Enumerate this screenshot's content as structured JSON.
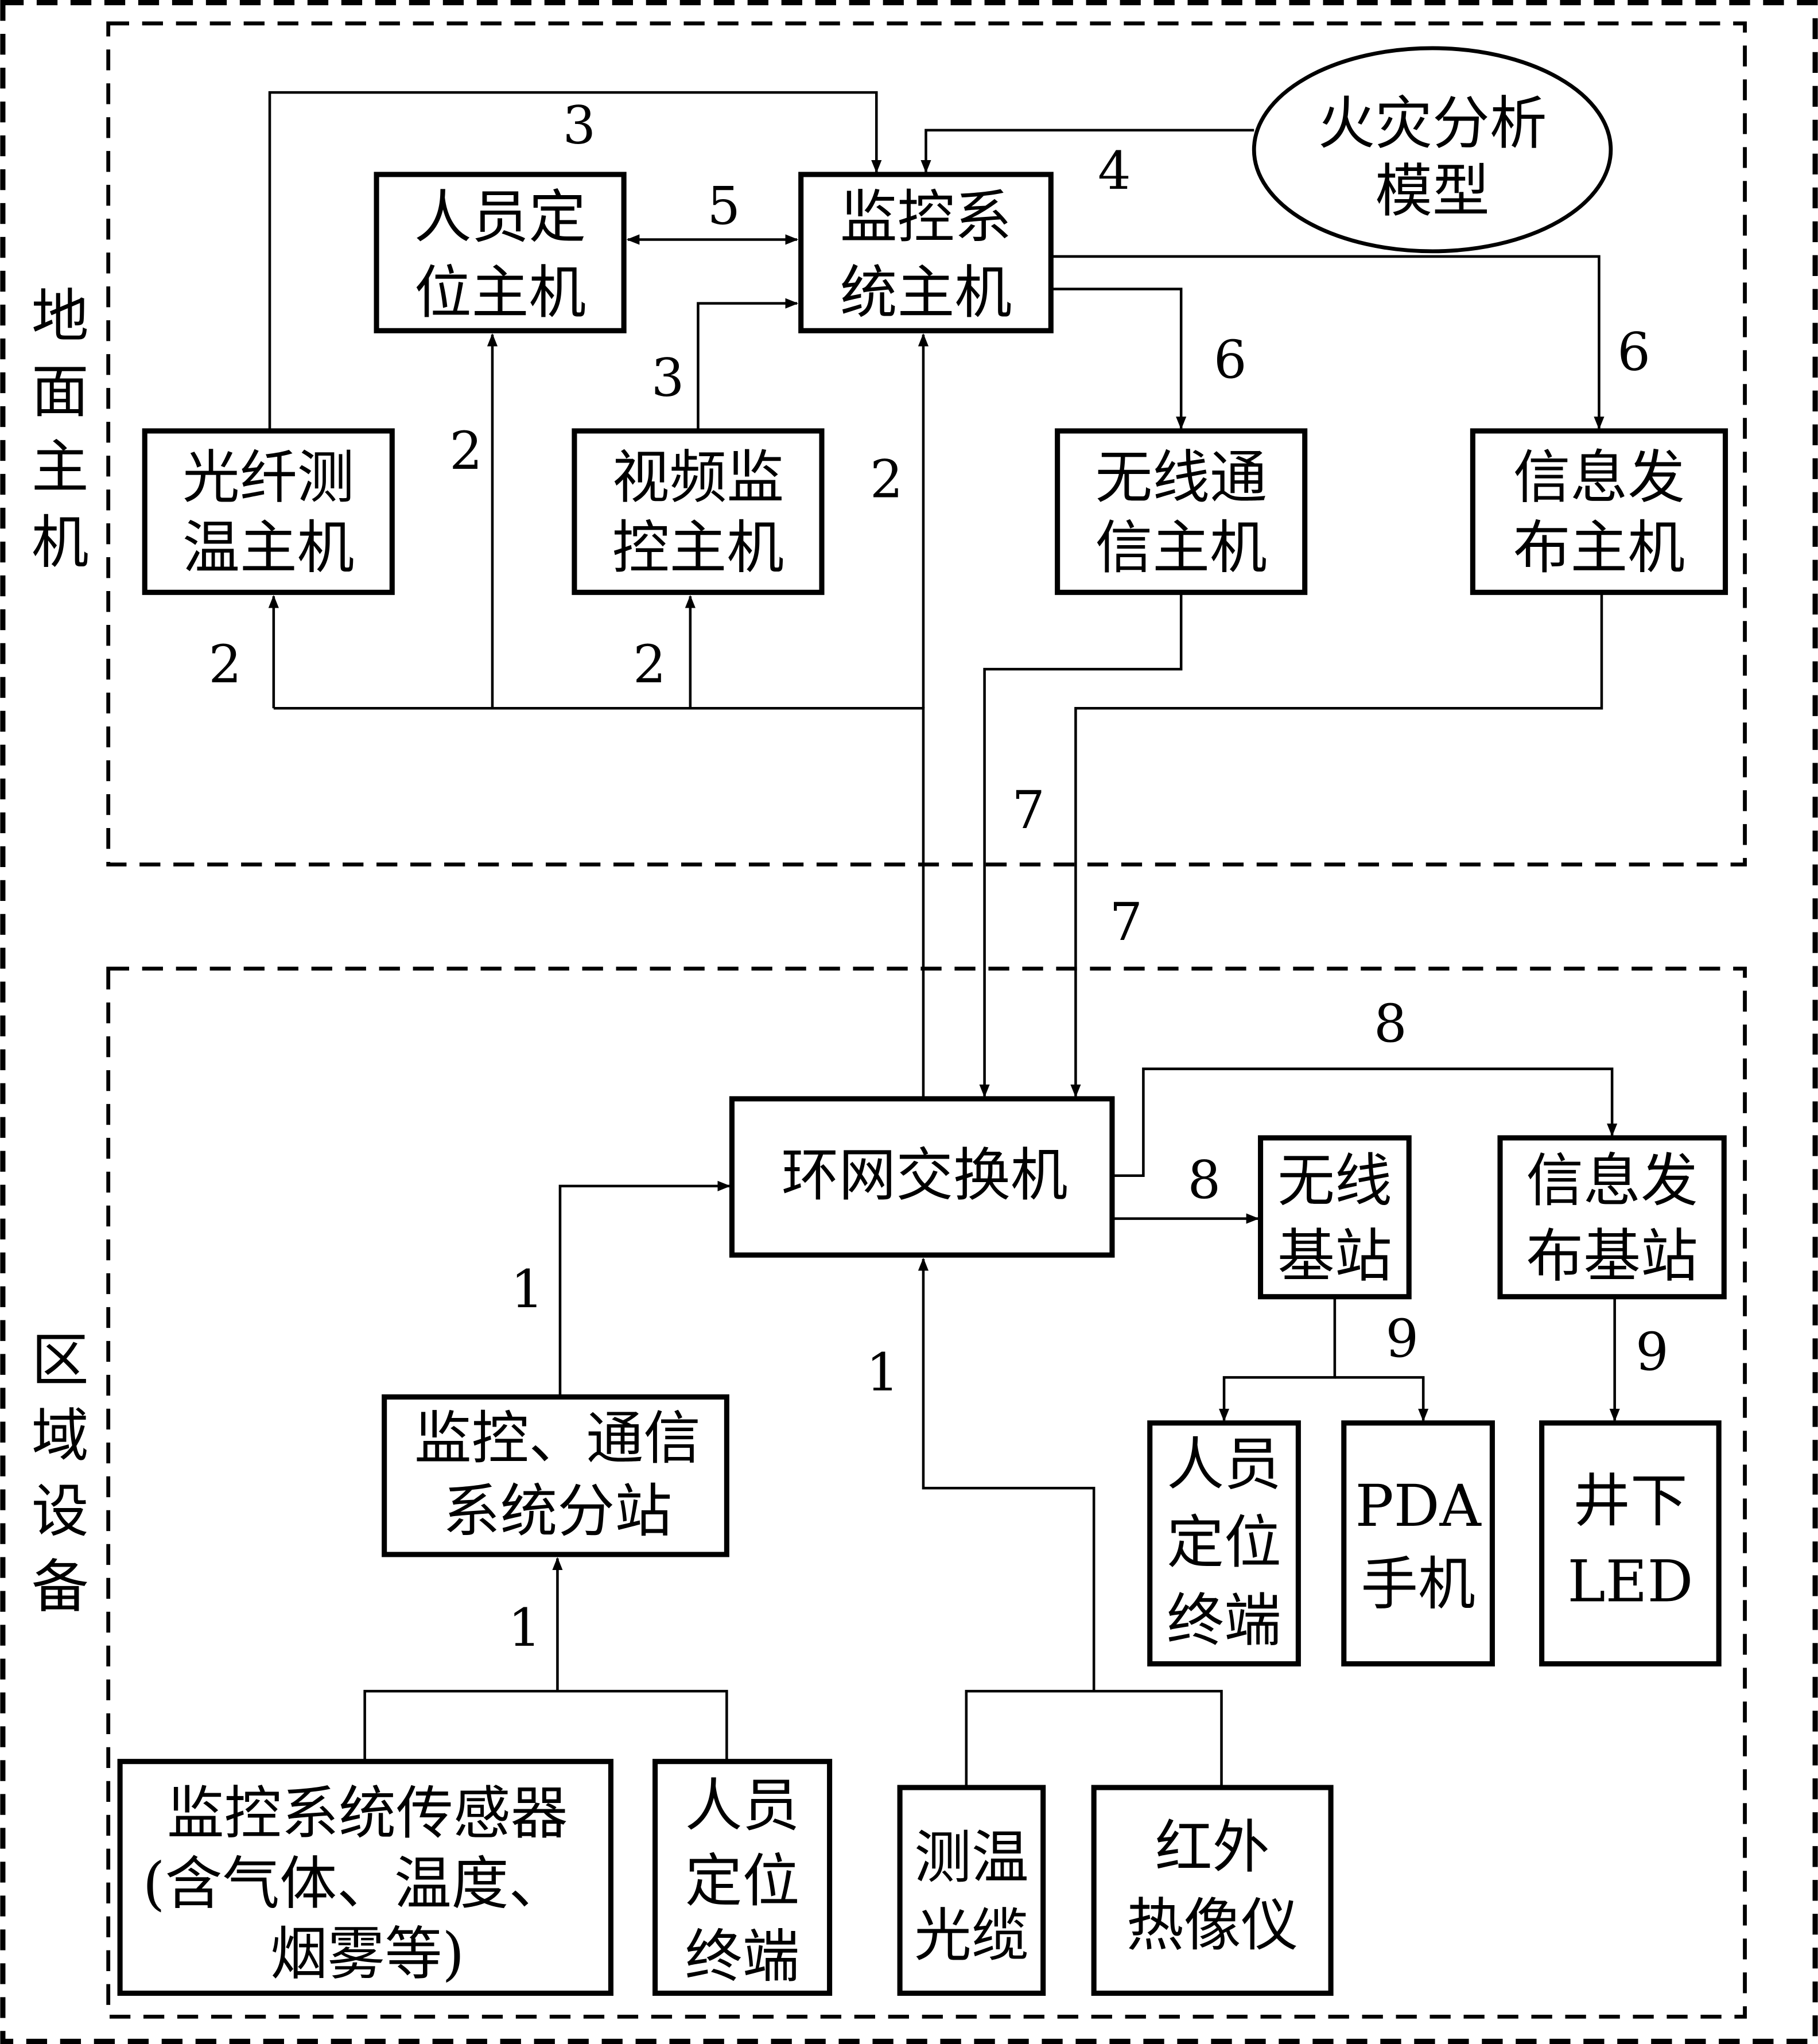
{
  "regions": {
    "ground": {
      "label_chars": [
        "地",
        "面",
        "主",
        "机"
      ]
    },
    "area": {
      "label_chars": [
        "区",
        "域",
        "设",
        "备"
      ]
    }
  },
  "nodes": {
    "personnel_host": [
      "人员定",
      "位主机"
    ],
    "monitor_host": [
      "监控系",
      "统主机"
    ],
    "fire_model": [
      "火灾分析",
      "模型"
    ],
    "fiber_host": [
      "光纤测",
      "温主机"
    ],
    "video_host": [
      "视频监",
      "控主机"
    ],
    "wireless_host": [
      "无线通",
      "信主机"
    ],
    "info_host": [
      "信息发",
      "布主机"
    ],
    "ring_switch": [
      "环网交换机"
    ],
    "wireless_station": [
      "无线",
      "基站"
    ],
    "info_station": [
      "信息发",
      "布基站"
    ],
    "substation": [
      "监控、通信",
      "系统分站"
    ],
    "personnel_terminal_a": [
      "人员",
      "定位",
      "终端"
    ],
    "pda": [
      "PDA",
      "手机"
    ],
    "led": [
      "井下",
      "LED"
    ],
    "sensors": [
      "监控系统传感器",
      "(含气体、温度、",
      "烟雾等)"
    ],
    "personnel_terminal_b": [
      "人员",
      "定位",
      "终端"
    ],
    "temp_cable": [
      "测温",
      "光缆"
    ],
    "thermal_imager": [
      "红外",
      "热像仪"
    ]
  },
  "edge_labels": {
    "l3_top": "3",
    "l4": "4",
    "l5": "5",
    "l3_mid": "3",
    "l6_a": "6",
    "l6_b": "6",
    "l2_a": "2",
    "l2_b": "2",
    "l2_c": "2",
    "l2_d": "2",
    "l7_a": "7",
    "l7_b": "7",
    "l8_a": "8",
    "l8_b": "8",
    "l9_a": "9",
    "l9_b": "9",
    "l1_a": "1",
    "l1_b": "1",
    "l1_c": "1"
  }
}
